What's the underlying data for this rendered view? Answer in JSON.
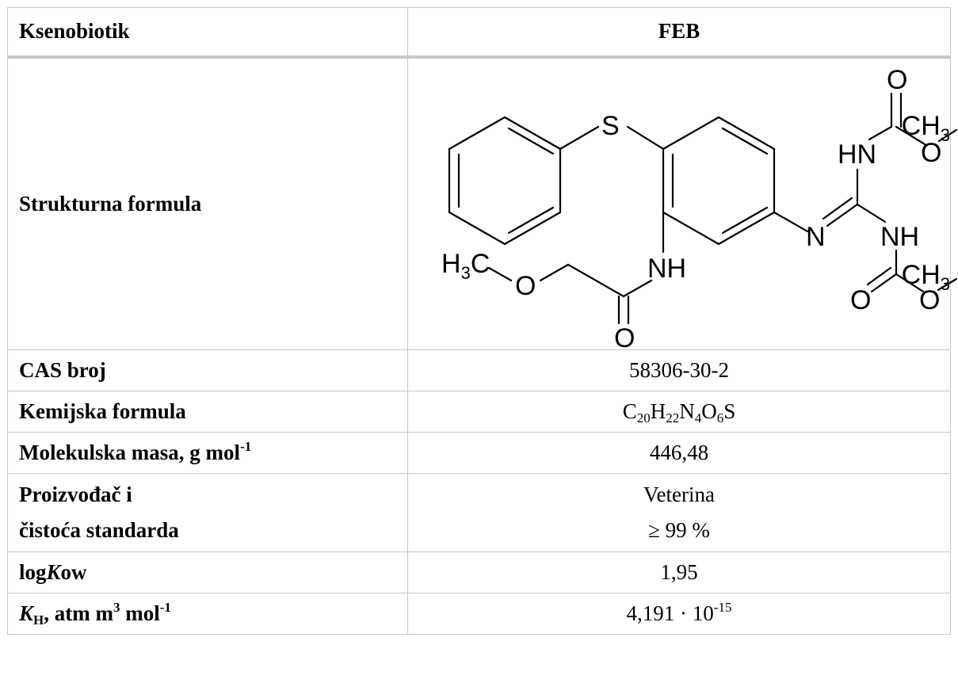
{
  "table": {
    "header": {
      "label": "Ksenobiotik",
      "value": "FEB"
    },
    "structure": {
      "label": "Strukturna formula"
    },
    "cas": {
      "label": "CAS broj",
      "value": "58306-30-2"
    },
    "formula": {
      "label": "Kemijska formula",
      "parts": [
        "C",
        "20",
        "H",
        "22",
        "N",
        "4",
        "O",
        "6",
        "S"
      ]
    },
    "molar_mass": {
      "label": "Molekulska masa, g mol",
      "label_sup": "-1",
      "value": "446,48"
    },
    "producer": {
      "label_line1": "Proizvođač i",
      "label_line2": "čistoća standarda",
      "value_line1": "Veterina",
      "value_line2": "≥ 99 %"
    },
    "logkow": {
      "label_pre": "log",
      "label_italic": "K",
      "label_post": "ow",
      "value": "1,95"
    },
    "henry": {
      "label_italic": "K",
      "label_sub": "H",
      "label_mid": ", atm m",
      "label_sup1": "3",
      "label_mid2": " mol",
      "label_sup2": "-1",
      "value_base": "4,191 · 10",
      "value_exp": "-15"
    }
  },
  "molecule": {
    "atoms": {
      "S": "S",
      "HN_top": "HN",
      "O_carbonyl_top": "O",
      "O_ester_top": "O",
      "CH_top": "CH",
      "CH_top_sub": "3",
      "N_imine": "N",
      "NH_right": "NH",
      "O_carbonyl_right": "O",
      "O_ester_right": "O",
      "CH_right": "CH",
      "CH_right_sub": "3",
      "H3C_H": "H",
      "H3C_sub": "3",
      "H3C_C": "C",
      "O_methoxy": "O",
      "NH_amide": "NH",
      "O_amide": "O"
    }
  }
}
